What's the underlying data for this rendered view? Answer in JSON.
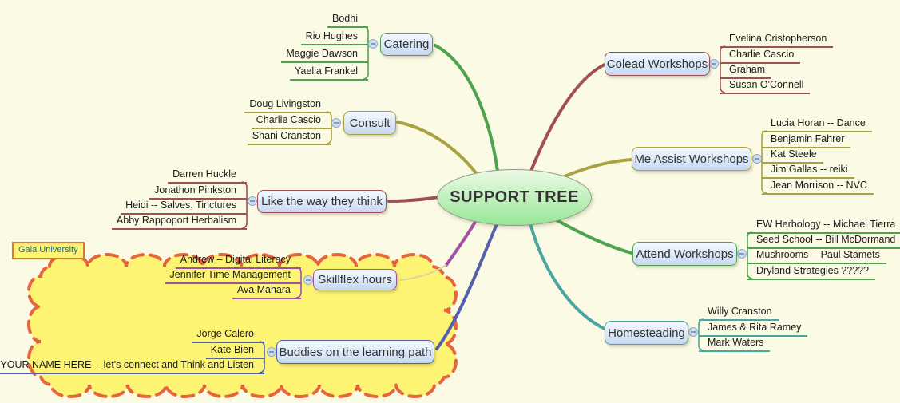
{
  "center": {
    "label": "SUPPORT TREE"
  },
  "cloud": {
    "label": "Gaia University",
    "fill": "#fdf474",
    "border": "#e5653e"
  },
  "colors": {
    "canvas_bg": "#fbfae5",
    "node_fill_top": "#f4f9ff",
    "node_fill_bottom": "#c6d9f1",
    "center_fill_top": "#ecfae4",
    "center_fill_bottom": "#98e698"
  },
  "branches": [
    {
      "id": "catering",
      "label": "Catering",
      "side": "left",
      "color": "#4da44d",
      "children": [
        "Bodhi",
        "Rio Hughes",
        "Maggie Dawson",
        "Yaella Frankel"
      ]
    },
    {
      "id": "consult",
      "label": "Consult",
      "side": "left",
      "color": "#a8a242",
      "children": [
        "Doug Livingston",
        "Charlie Cascio",
        "Shani Cranston"
      ]
    },
    {
      "id": "like-the-way-they-think",
      "label": "Like the way they think",
      "side": "left",
      "color": "#a05055",
      "children": [
        "Darren Huckle",
        "Jonathon Pinkston",
        "Heidi -- Salves, Tinctures",
        "Abby Rappoport Herbalism"
      ]
    },
    {
      "id": "skillflex-hours",
      "label": "Skillflex hours",
      "side": "left",
      "color": "#a151a3",
      "children": [
        "Andrew – Digital Literacy",
        "Jennifer Time Management",
        "Ava Mahara"
      ]
    },
    {
      "id": "buddies-on-the-learning-path",
      "label": "Buddies on the learning path",
      "side": "left",
      "color": "#5560ad",
      "children": [
        "Jorge Calero",
        "Kate Bien",
        "YOUR NAME HERE -- let's connect and Think and Listen"
      ]
    },
    {
      "id": "colead-workshops",
      "label": "Colead Workshops",
      "side": "right",
      "color": "#a05055",
      "children": [
        "Evelina Cristopherson",
        "Charlie Cascio",
        "Graham",
        "Susan O'Connell"
      ]
    },
    {
      "id": "me-assist-workshops",
      "label": "Me Assist Workshops",
      "side": "right",
      "color": "#a8a242",
      "children": [
        "Lucia Horan -- Dance",
        "Benjamin Fahrer",
        "Kat Steele",
        "Jim Gallas -- reiki",
        "Jean Morrison -- NVC"
      ]
    },
    {
      "id": "attend-workshops",
      "label": "Attend Workshops",
      "side": "right",
      "color": "#4da44d",
      "children": [
        "EW Herbology -- Michael Tierra",
        "Seed School -- Bill McDormand",
        "Mushrooms -- Paul Stamets",
        "Dryland Strategies ?????"
      ]
    },
    {
      "id": "homesteading",
      "label": "Homesteading",
      "side": "right",
      "color": "#4ba5a1",
      "children": [
        "Willy Cranston",
        "James & Rita Ramey",
        "Mark Waters"
      ]
    }
  ]
}
